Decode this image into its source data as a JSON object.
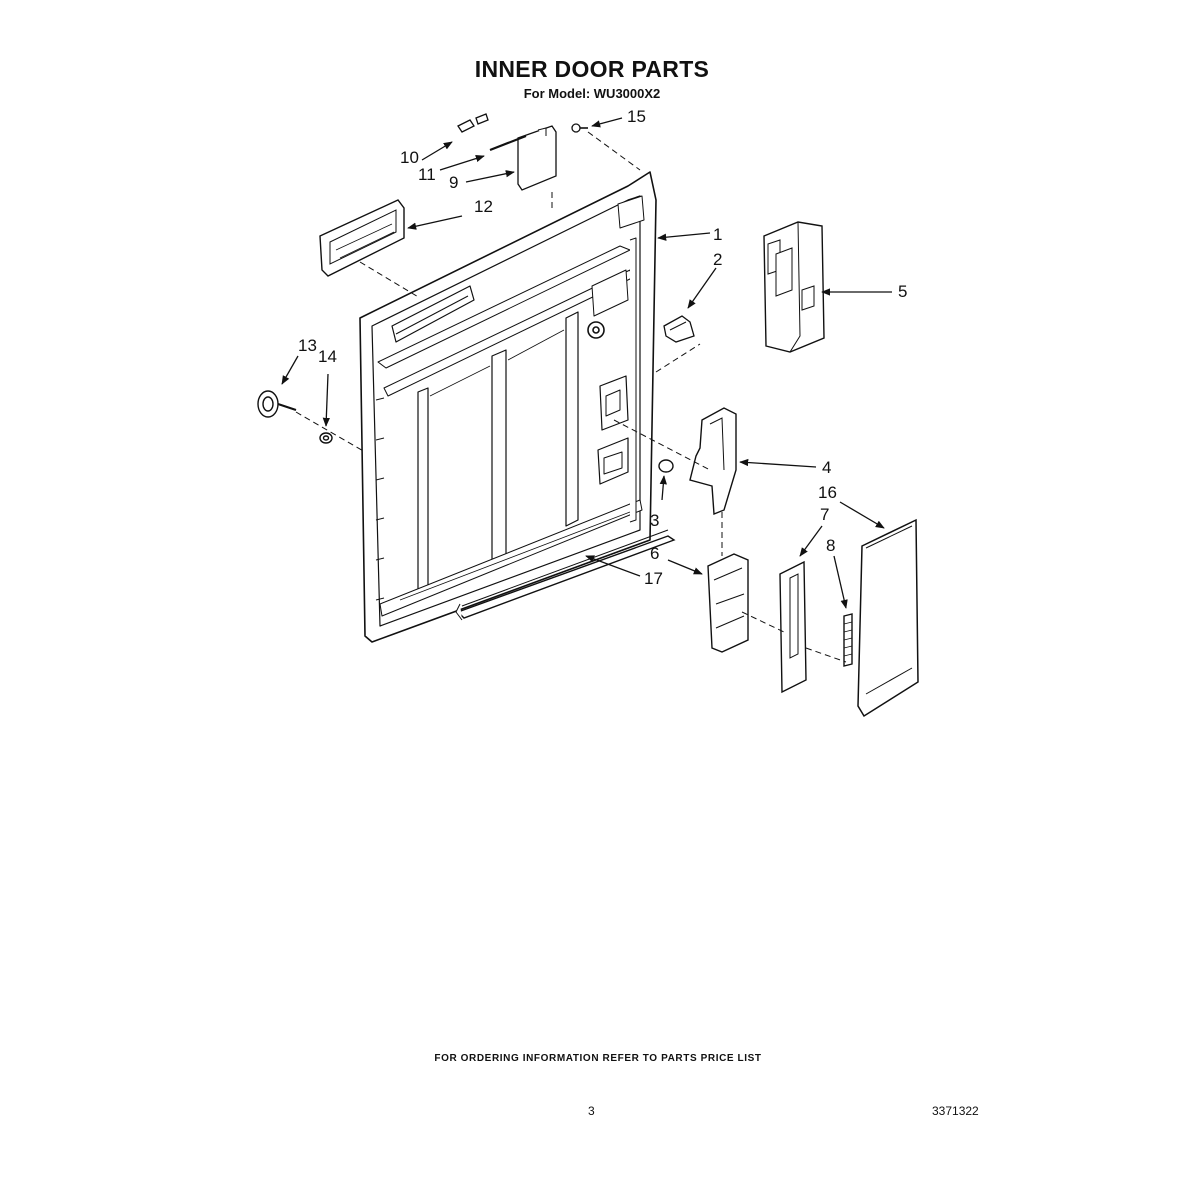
{
  "title": "INNER DOOR PARTS",
  "subtitle": "For Model: WU3000X2",
  "footer": {
    "note": "FOR ORDERING INFORMATION REFER TO PARTS PRICE LIST",
    "page_number": "3",
    "document_number": "3371322"
  },
  "callouts": [
    "1",
    "2",
    "3",
    "4",
    "5",
    "6",
    "7",
    "8",
    "9",
    "10",
    "11",
    "12",
    "13",
    "14",
    "15",
    "16",
    "17"
  ]
}
